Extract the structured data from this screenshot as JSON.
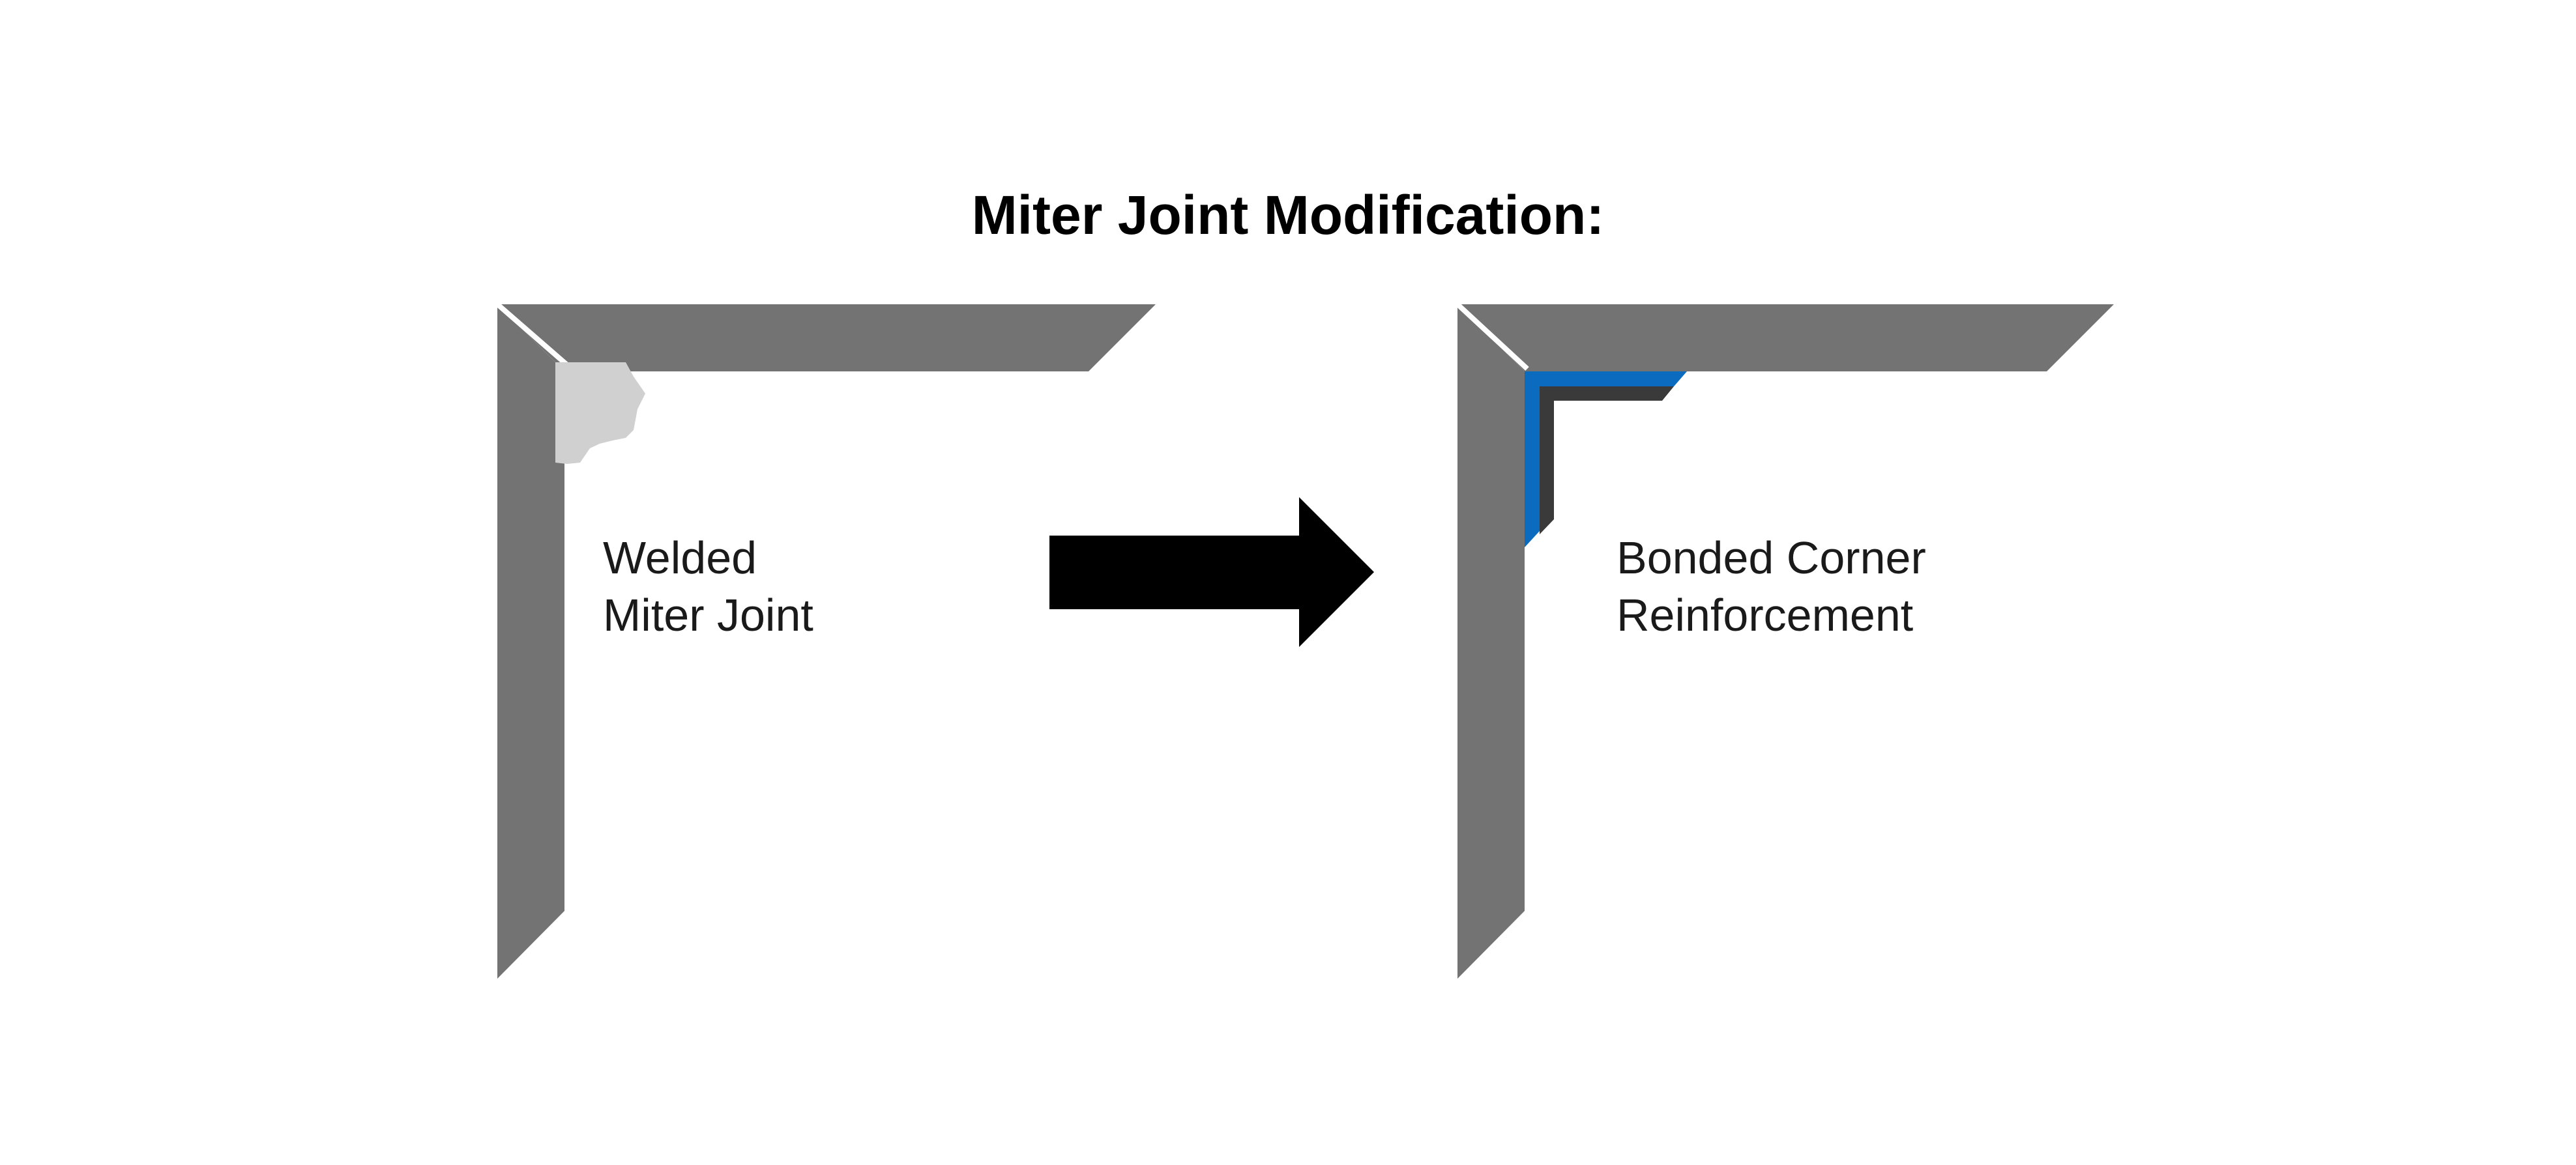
{
  "title": "Miter Joint Modification:",
  "left_panel": {
    "label_line1": "Welded",
    "label_line2": "Miter Joint"
  },
  "right_panel": {
    "label_line1": "Bonded Corner",
    "label_line2": "Reinforcement"
  },
  "colors": {
    "frame": "#737373",
    "weld": "#d0d0d0",
    "reinforcement_outer": "#0b6bbf",
    "reinforcement_inner": "#3a3a3a",
    "arrow": "#000000",
    "miter_line": "#ffffff"
  }
}
